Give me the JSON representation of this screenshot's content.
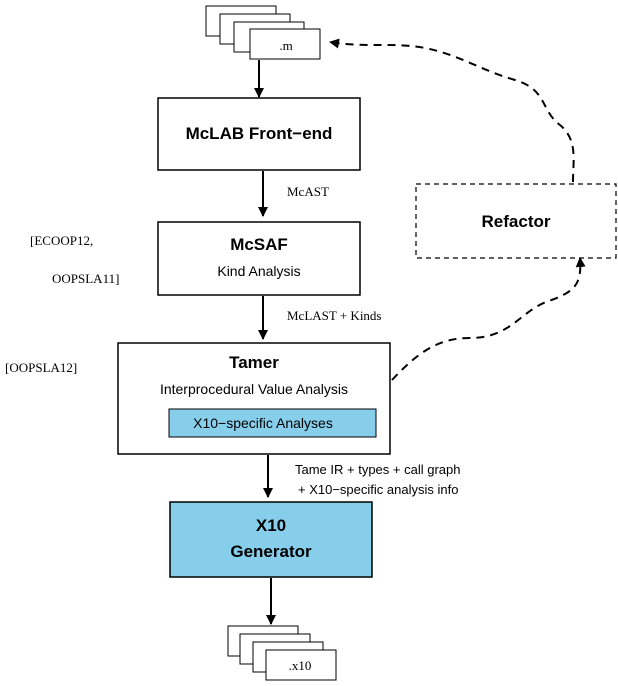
{
  "input_file": {
    "label": ".m"
  },
  "output_file": {
    "label": ".x10"
  },
  "boxes": {
    "frontend": {
      "title": "McLAB Front−end"
    },
    "mcsaf": {
      "title": "McSAF",
      "subtitle": "Kind Analysis"
    },
    "tamer": {
      "title": "Tamer",
      "subtitle": "Interprocedural Value Analysis",
      "inner": "X10−specific Analyses"
    },
    "generator": {
      "title_line1": "X10",
      "title_line2": "Generator"
    },
    "refactor": {
      "title": "Refactor"
    }
  },
  "edge_labels": {
    "mcast": "McAST",
    "mclast_kinds": "McLAST + Kinds",
    "tame_ir_line1": "Tame IR + types + call graph",
    "tame_ir_line2": "+ X10−specific analysis info"
  },
  "citations": {
    "mcsaf_line1": "[ECOOP12,",
    "mcsaf_line2": "OOPSLA11]",
    "tamer": "[OOPSLA12]"
  },
  "colors": {
    "highlight_fill": "#87ceeb",
    "stroke": "#000000",
    "background": "#ffffff"
  }
}
